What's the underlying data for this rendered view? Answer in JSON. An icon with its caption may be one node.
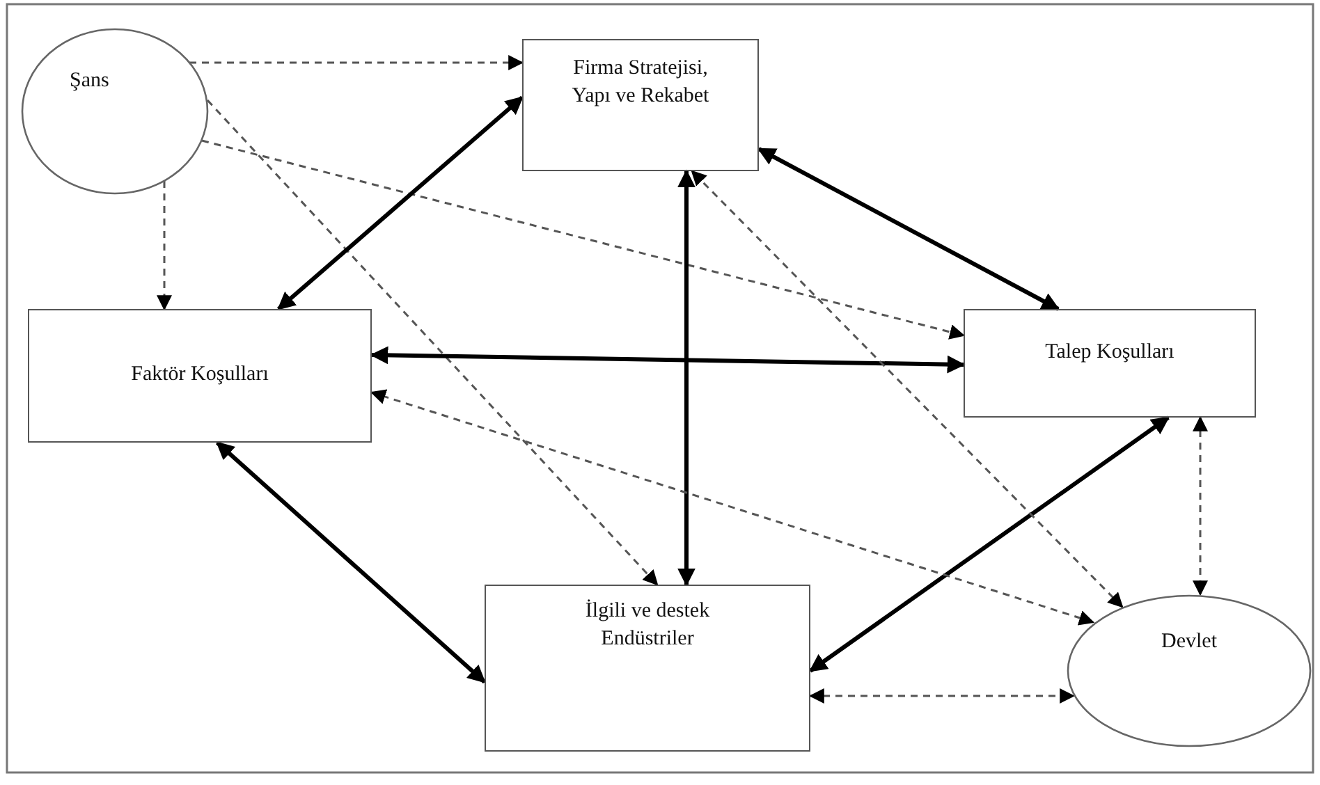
{
  "diagram": {
    "nodes": [
      {
        "text": [
          "Şans"
        ]
      },
      {
        "text": [
          "Firma Stratejisi, Yapı ve Rekabet"
        ]
      },
      {
        "text": [
          "Faktör Koşulları"
        ]
      },
      {
        "text": [
          "Talep Koşulları"
        ]
      },
      {
        "text": [
          "İlgili ve destek Endüstriler"
        ]
      },
      {
        "text": [
          "Devlet"
        ]
      }
    ],
    "edges": [
      {
        "from": 0,
        "to": 1,
        "arrow": "to",
        "style": "dashed"
      },
      {
        "from": 0,
        "to": 2,
        "arrow": "to",
        "style": "dashed"
      },
      {
        "from": 0,
        "to": 3,
        "arrow": "to",
        "style": "dashed"
      },
      {
        "from": 0,
        "to": 4,
        "arrow": "to",
        "style": "dashed"
      },
      {
        "from": 1,
        "to": 2,
        "arrow": "both",
        "style": "thick"
      },
      {
        "from": 1,
        "to": 3,
        "arrow": "both",
        "style": "thick"
      },
      {
        "from": 1,
        "to": 4,
        "arrow": "both",
        "style": "thick"
      },
      {
        "from": 2,
        "to": 3,
        "arrow": "both",
        "style": "thick"
      },
      {
        "from": 2,
        "to": 4,
        "arrow": "both",
        "style": "thick"
      },
      {
        "from": 3,
        "to": 4,
        "arrow": "both",
        "style": "thick"
      },
      {
        "from": 5,
        "to": 1,
        "arrow": "both",
        "style": "dashed"
      },
      {
        "from": 5,
        "to": 2,
        "arrow": "both",
        "style": "dashed"
      },
      {
        "from": 3,
        "to": 5,
        "arrow": "both",
        "style": "dashed"
      },
      {
        "from": 4,
        "to": 5,
        "arrow": "both",
        "style": "dashed"
      }
    ]
  }
}
